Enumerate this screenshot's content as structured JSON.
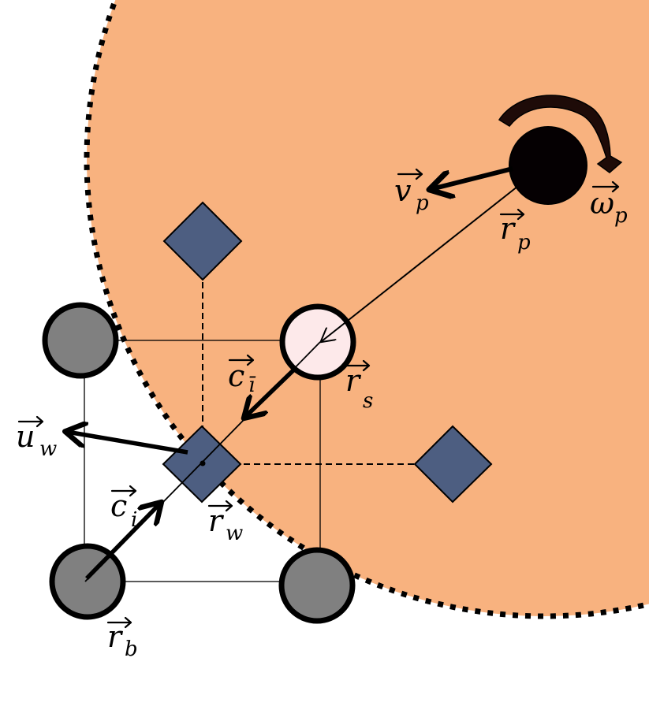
{
  "colors": {
    "particle_fill": "#f8b27f",
    "boundary_dots": "#000000",
    "solid_node": "#808080",
    "surface_node": "#fde9ea",
    "wall_node": "#4d5e81",
    "particle_center": "#050002",
    "rotation_arrow": "#1e0b08"
  },
  "labels": {
    "v_p": {
      "base": "v",
      "sub": "p"
    },
    "omega_p": {
      "base": "ω",
      "sub": "p"
    },
    "r_p": {
      "base": "r",
      "sub": "p"
    },
    "r_s": {
      "base": "r",
      "sub": "s"
    },
    "c_ibar": {
      "base": "c",
      "sub": "ī"
    },
    "u_w": {
      "base": "u",
      "sub": "w"
    },
    "c_i": {
      "base": "c",
      "sub": "i"
    },
    "r_w": {
      "base": "r",
      "sub": "w"
    },
    "r_b": {
      "base": "r",
      "sub": "b"
    }
  }
}
